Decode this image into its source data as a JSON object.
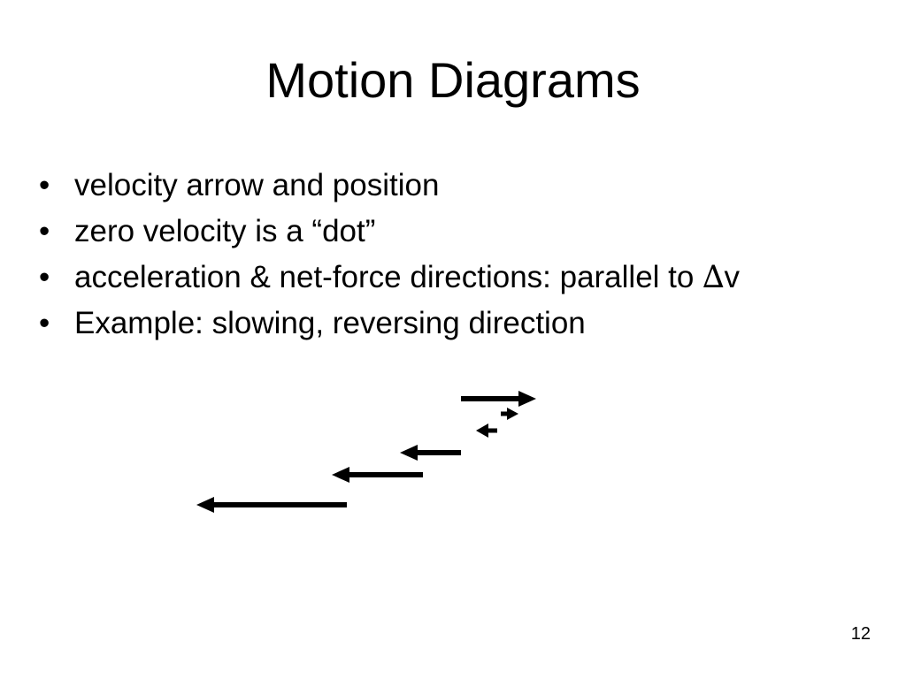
{
  "slide": {
    "title": "Motion Diagrams",
    "bullet_symbol": "•",
    "bullets": [
      {
        "text": "velocity arrow and position"
      },
      {
        "text": "zero velocity is a “dot”"
      },
      {
        "text": "acceleration & net-force directions: parallel to ",
        "symbol": "∆",
        "suffix": "v"
      },
      {
        "text": "Example: slowing, reversing direction"
      }
    ],
    "page_number": "12"
  },
  "diagram": {
    "arrow_color": "#000000",
    "velocity_arrows": [
      {
        "name": "velocity-arrow-1",
        "direction": "right",
        "relative_length": 1.0
      },
      {
        "name": "velocity-arrow-2",
        "direction": "right",
        "relative_length": 0.25
      },
      {
        "name": "velocity-arrow-3",
        "direction": "left",
        "relative_length": 0.25
      },
      {
        "name": "velocity-arrow-4",
        "direction": "left",
        "relative_length": 0.8
      },
      {
        "name": "velocity-arrow-5",
        "direction": "left",
        "relative_length": 1.2
      },
      {
        "name": "velocity-arrow-6",
        "direction": "left",
        "relative_length": 2.0
      }
    ]
  }
}
